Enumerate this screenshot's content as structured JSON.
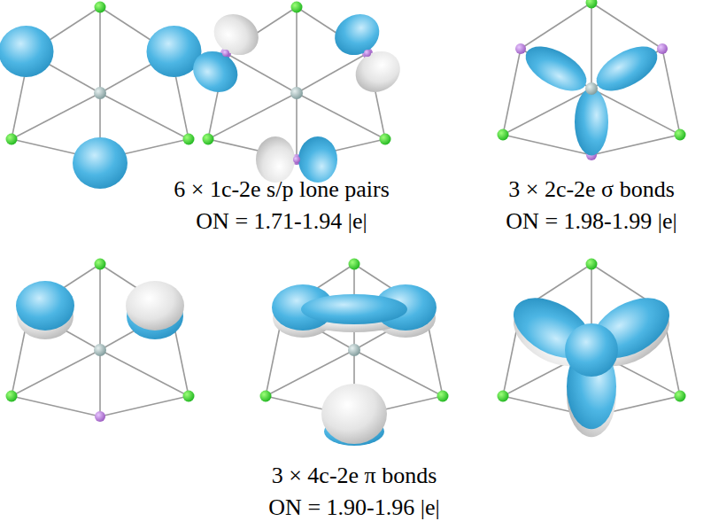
{
  "diagram": {
    "labels": [
      "6 × 1c-2e s/p lone pairs",
      "ON = 1.71-1.94 |e|",
      "3 × 2c-2e σ bonds",
      "ON = 1.98-1.99 |e|",
      "3 × 4c-2e π bonds",
      "ON = 1.90-1.96 |e|"
    ]
  }
}
